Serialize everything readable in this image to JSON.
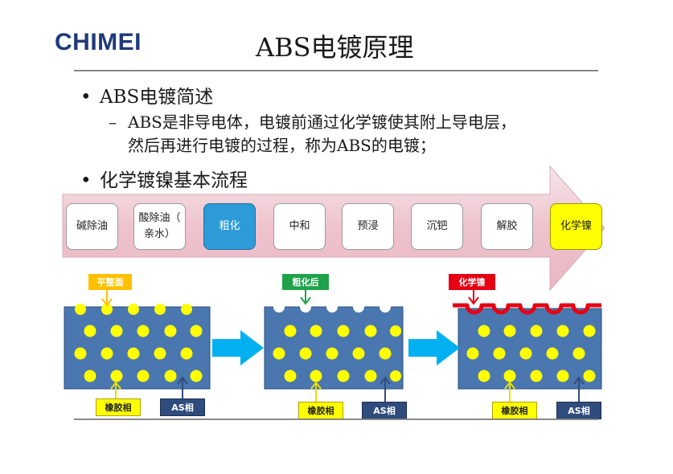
{
  "header": {
    "logo": "CHIMEI",
    "title": "ABS电镀原理"
  },
  "bullets": {
    "b1": "ABS电镀简述",
    "b2_line1": "ABS是非导电体，电镀前通过化学镀使其附上导电层，",
    "b2_line2": "然后再进行电镀的过程，称为ABS的电镀；",
    "b3": "化学镀镍基本流程",
    "bullet_glyph": "•",
    "dash_glyph": "–"
  },
  "flow": {
    "steps": [
      {
        "line1": "碱除油",
        "line2": ""
      },
      {
        "line1": "酸除油（",
        "line2": "亲水）"
      },
      {
        "line1": "粗化",
        "line2": ""
      },
      {
        "line1": "中和",
        "line2": ""
      },
      {
        "line1": "预浸",
        "line2": ""
      },
      {
        "line1": "沉钯",
        "line2": ""
      },
      {
        "line1": "解胶",
        "line2": ""
      },
      {
        "line1": "化学镍",
        "line2": ""
      }
    ]
  },
  "stages": {
    "stage1_tag": "平整面",
    "stage2_tag": "粗化后",
    "stage3_tag": "化学镍",
    "rubber_label": "橡胶相",
    "as_label": "AS相"
  },
  "colors": {
    "panel": "#4a77b0",
    "particle": "#ffff00",
    "arrow": "#00b0f0",
    "plating": "#e60012",
    "flow_arrow": "#f2d6dd"
  }
}
